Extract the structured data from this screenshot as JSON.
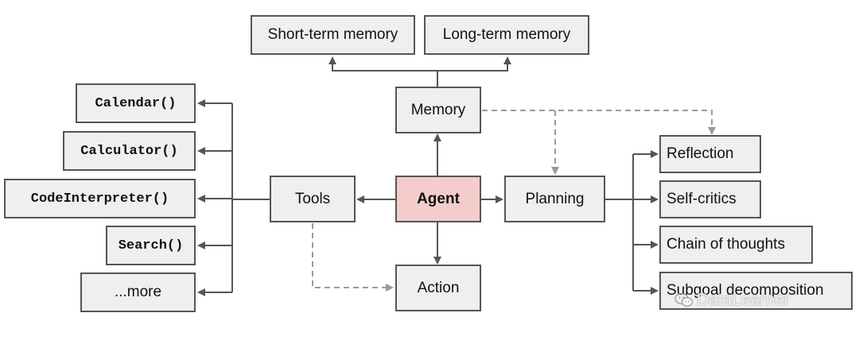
{
  "nodes": {
    "short_term_memory": "Short-term memory",
    "long_term_memory": "Long-term memory",
    "memory": "Memory",
    "calendar": "Calendar()",
    "calculator": "Calculator()",
    "code_interpreter": "CodeInterpreter()",
    "search": "Search()",
    "more": "...more",
    "tools": "Tools",
    "agent": "Agent",
    "planning": "Planning",
    "action": "Action",
    "reflection": "Reflection",
    "self_critics": "Self-critics",
    "chain_of_thoughts": "Chain of thoughts",
    "subgoal_decomposition": "Subgoal decomposition"
  },
  "watermark": {
    "text": "DataLearner",
    "icon": "wechat-icon"
  },
  "colors": {
    "agent_fill": "#f4cccc",
    "box_fill": "#efefef",
    "line": "#555555",
    "dashed": "#999999"
  }
}
